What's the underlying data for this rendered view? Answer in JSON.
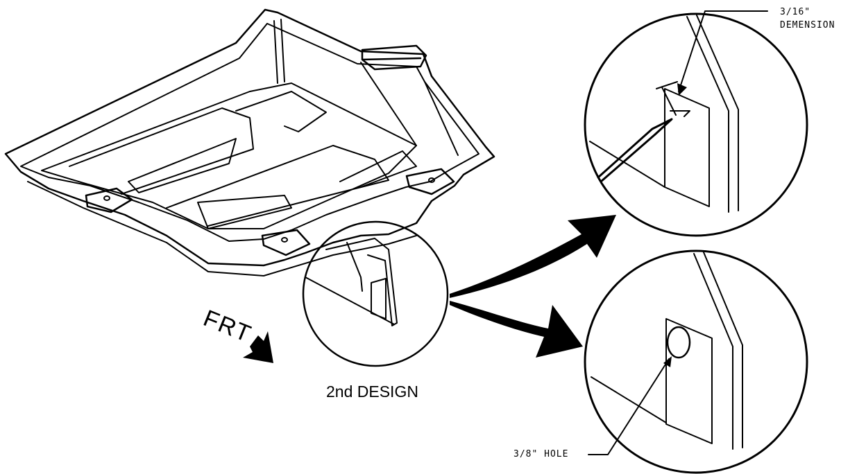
{
  "caption": "2nd DESIGN",
  "direction_label": "FRT",
  "callouts": {
    "dimension_value": "3/16\"",
    "dimension_word": "DEMENSION",
    "hole": "3/8\" HOLE"
  },
  "colors": {
    "ink": "#000000",
    "paper": "#ffffff"
  }
}
